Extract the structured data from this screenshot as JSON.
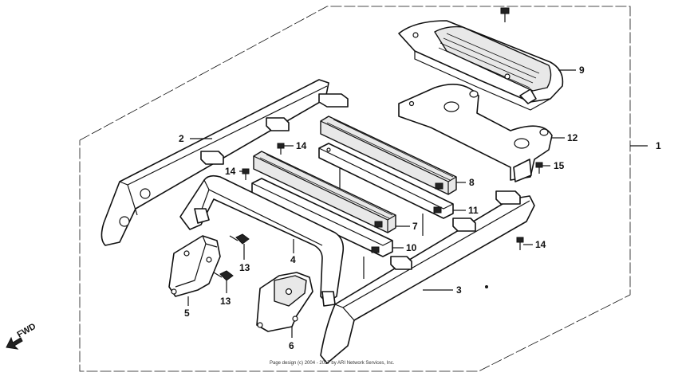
{
  "callouts": [
    {
      "id": "1",
      "label": "1"
    },
    {
      "id": "2",
      "label": "2"
    },
    {
      "id": "3",
      "label": "3"
    },
    {
      "id": "4",
      "label": "4"
    },
    {
      "id": "5",
      "label": "5"
    },
    {
      "id": "6",
      "label": "6"
    },
    {
      "id": "7",
      "label": "7"
    },
    {
      "id": "8",
      "label": "8"
    },
    {
      "id": "9",
      "label": "9"
    },
    {
      "id": "10",
      "label": "10"
    },
    {
      "id": "11",
      "label": "11"
    },
    {
      "id": "12",
      "label": "12"
    },
    {
      "id": "13a",
      "label": "13"
    },
    {
      "id": "13b",
      "label": "13"
    },
    {
      "id": "14a",
      "label": "14"
    },
    {
      "id": "14b",
      "label": "14"
    },
    {
      "id": "14c",
      "label": "14"
    },
    {
      "id": "15",
      "label": "15"
    }
  ],
  "direction_label": "FWD",
  "copyright": "Page design (c) 2004 - 2017 by ARI Network Services, Inc.",
  "colors": {
    "ink": "#111111",
    "paper": "#ffffff",
    "shade": "#e8e8e8"
  }
}
